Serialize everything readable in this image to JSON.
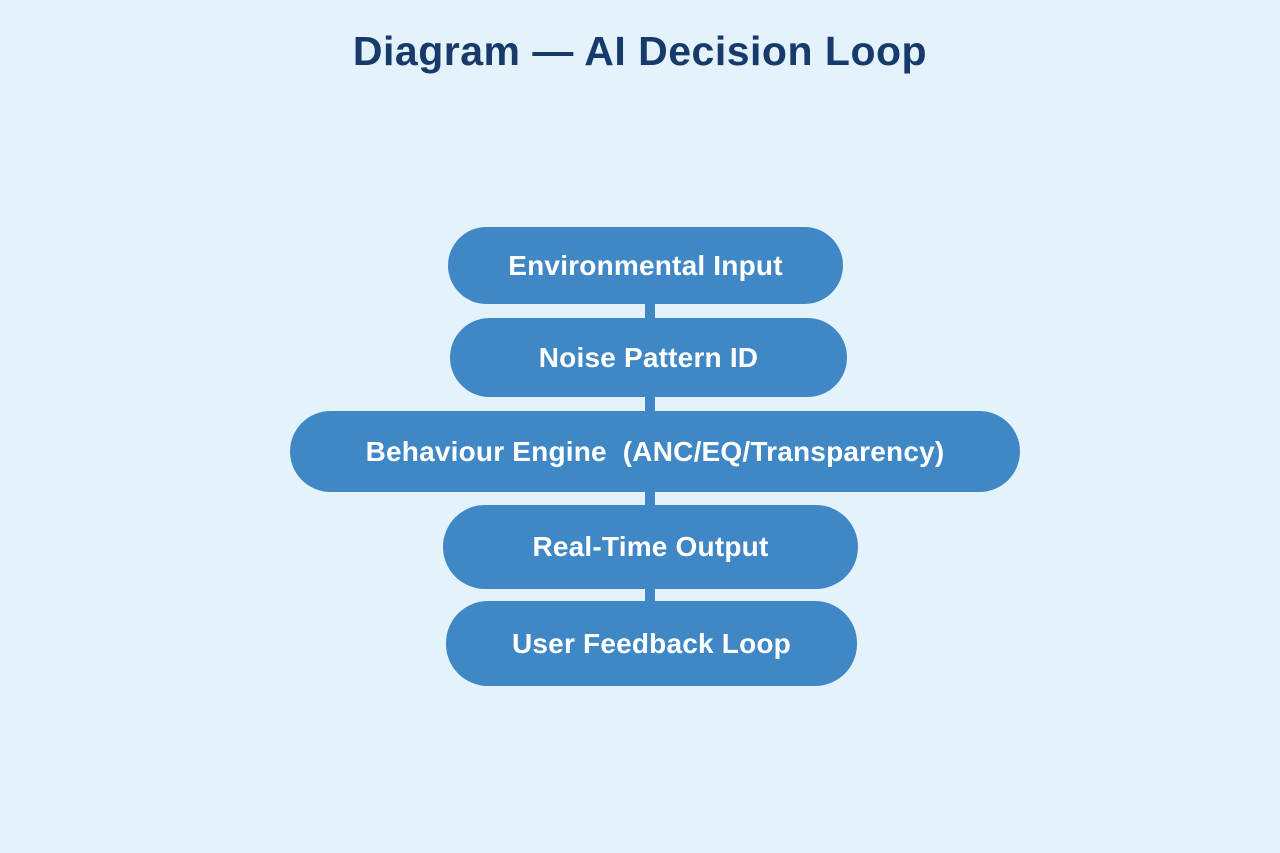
{
  "page": {
    "background_color": "#e3f2fb"
  },
  "title": {
    "text": "Diagram — AI Decision Loop",
    "color": "#173a6a"
  },
  "diagram": {
    "type": "flowchart",
    "direction": "top-down",
    "node_fill_color": "#3f87c5",
    "node_text_color": "#ffffff",
    "connector_color": "#3f87c5",
    "nodes": [
      {
        "id": "environmental-input",
        "label": "Environmental Input"
      },
      {
        "id": "noise-pattern-id",
        "label": "Noise Pattern ID"
      },
      {
        "id": "behaviour-engine",
        "label": "Behaviour Engine  (ANC/EQ/Transparency)"
      },
      {
        "id": "real-time-output",
        "label": "Real-Time Output"
      },
      {
        "id": "user-feedback-loop",
        "label": "User Feedback Loop"
      }
    ],
    "edges": [
      {
        "from": "environmental-input",
        "to": "noise-pattern-id"
      },
      {
        "from": "noise-pattern-id",
        "to": "behaviour-engine"
      },
      {
        "from": "behaviour-engine",
        "to": "real-time-output"
      },
      {
        "from": "real-time-output",
        "to": "user-feedback-loop"
      }
    ]
  }
}
